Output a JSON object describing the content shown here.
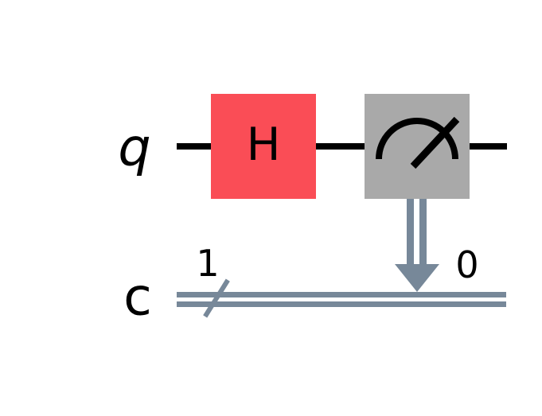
{
  "circuit": {
    "type": "quantum-circuit",
    "qubit_label": "q",
    "clbit_label": "c",
    "register_size": "1",
    "h_gate_label": "H",
    "measure_target_index": "0",
    "wires": [
      {
        "name": "q",
        "kind": "quantum",
        "label": "q"
      },
      {
        "name": "c",
        "kind": "classical",
        "label": "c",
        "size": "1"
      }
    ],
    "gates": [
      {
        "name": "h-gate",
        "label": "H",
        "wire": "q",
        "column": 1
      },
      {
        "name": "measure-gate",
        "wire": "q",
        "measures_to_clbit": "0",
        "column": 2
      }
    ],
    "colors": {
      "background": "#FFFFFF",
      "quantum_wire": "#000000",
      "classical_wire": "#778899",
      "h_gate_fill": "#FA4D56",
      "measure_gate_fill": "#A9A9A9",
      "gate_symbol": "#000000",
      "text": "#000000"
    }
  }
}
